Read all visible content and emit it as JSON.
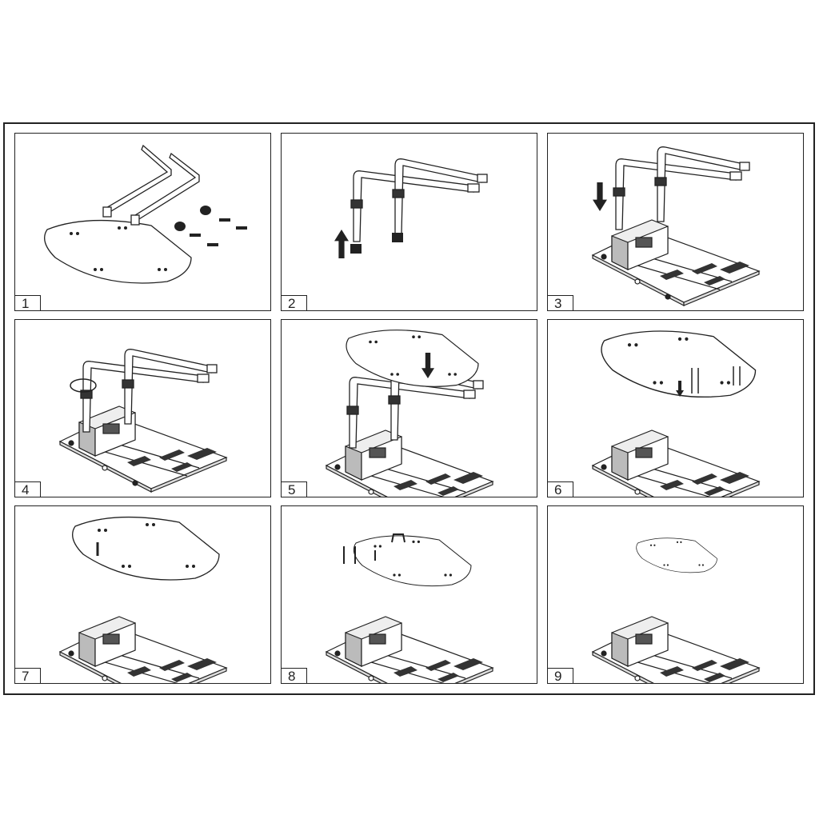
{
  "steps": [
    {
      "number": "1"
    },
    {
      "number": "2"
    },
    {
      "number": "3"
    },
    {
      "number": "4"
    },
    {
      "number": "5"
    },
    {
      "number": "6"
    },
    {
      "number": "7"
    },
    {
      "number": "8"
    },
    {
      "number": "9"
    }
  ]
}
